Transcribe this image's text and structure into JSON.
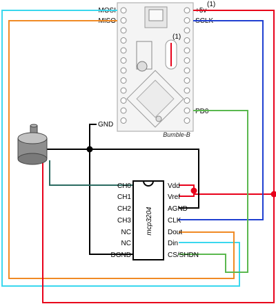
{
  "board": {
    "name": "Bumble-B",
    "left_pins": [
      "MOSI",
      "MISO",
      "GND"
    ],
    "right_pins": [
      "+5v",
      "SCLK",
      "PD0"
    ],
    "note_marker": "(1)",
    "jumper_marker": "(1)"
  },
  "chip": {
    "name": "mcp3204",
    "left_pins": [
      "CH0",
      "CH1",
      "CH2",
      "CH3",
      "NC",
      "NC",
      "DGND"
    ],
    "right_pins": [
      "Vdd",
      "Vref",
      "AGND",
      "CLK",
      "Dout",
      "Din",
      "CS/SHDN"
    ]
  },
  "colors": {
    "power": "#e8001a",
    "clock": "#1f3fd1",
    "mosi": "#3ad7ee",
    "miso": "#f08a24",
    "cs": "#5ab84e",
    "ground": "#000000",
    "signal": "#2a6a60"
  },
  "icons": [
    "potentiometer-icon",
    "microcontroller-board-icon",
    "ic-chip-icon",
    "junction-dot-icon"
  ]
}
